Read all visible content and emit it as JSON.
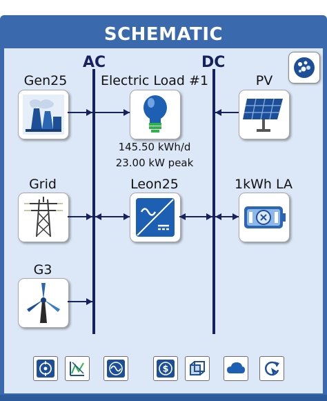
{
  "schematic": {
    "title": "SCHEMATIC",
    "buses": {
      "ac": "AC",
      "dc": "DC"
    },
    "components": {
      "gen25": {
        "label": "Gen25"
      },
      "electric_load": {
        "label": "Electric Load #1",
        "energy": "145.50 kWh/d",
        "peak": "23.00 kW peak"
      },
      "pv": {
        "label": "PV"
      },
      "grid": {
        "label": "Grid"
      },
      "converter": {
        "label": "Leon25"
      },
      "battery": {
        "label": "1kWh LA"
      },
      "wind": {
        "label": "G3"
      }
    }
  },
  "colors": {
    "frame": "#3a69ad",
    "panel": "#dce8f7",
    "bus": "#16215e",
    "icon_blue": "#1d4f98"
  },
  "icons": {
    "settings": "blue-dots-icon",
    "toolbar": [
      "target-icon",
      "chart-icon",
      "sine-wave-icon",
      "dollar-icon",
      "cube-icon",
      "cloud-icon",
      "refresh-icon"
    ]
  }
}
